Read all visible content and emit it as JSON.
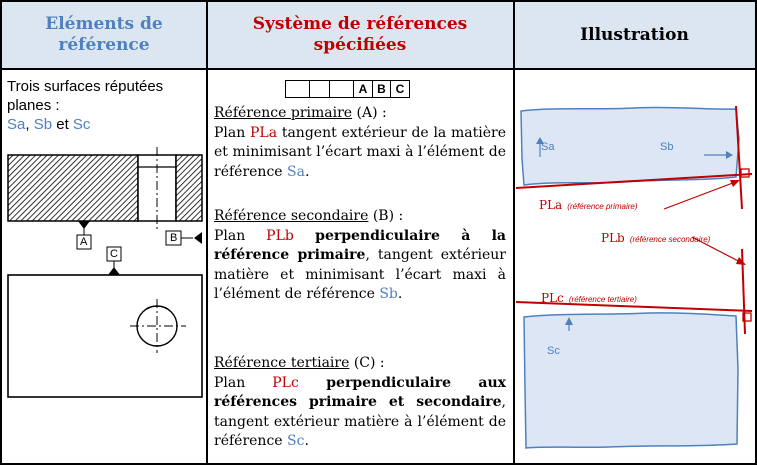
{
  "headers": {
    "col1": "Eléments de référence",
    "col2": "Système de références spécifiées",
    "col3": "Illustration"
  },
  "col1": {
    "intro": "Trois surfaces réputées planes :",
    "sa": "Sa",
    "comma": ",",
    "sb": "Sb",
    "and": "et",
    "sc": "Sc",
    "datum_a": "A",
    "datum_b": "B",
    "datum_c": "C"
  },
  "frame": {
    "cells": [
      "",
      "",
      "",
      "A",
      "B",
      "C"
    ]
  },
  "primary": {
    "title": "Référence primaire",
    "suffix": " (A) :",
    "t1": "Plan ",
    "plane": "PLa",
    "t2": " tangent extérieur de la matière et minimisant l’écart maxi à l’élément de référence ",
    "surf": "Sa",
    "end": "."
  },
  "secondary": {
    "title": "Référence secondaire",
    "suffix": " (B) :",
    "t1": "Plan ",
    "plane": "PLb",
    "bold": " perpendiculaire à la référence primaire",
    "t2": ", tangent extérieur matière et minimisant l’écart maxi à l’élément de référence ",
    "surf": "Sb",
    "end": "."
  },
  "tertiary": {
    "title": "Référence tertiaire",
    "suffix": " (C) :",
    "t1": "Plan ",
    "plane": "PLc",
    "bold1": " perpendiculaire aux références primaire et secondaire",
    "t2": ", tangent extérieur matière à l’élément de référence ",
    "surf": "Sc",
    "end": "."
  },
  "illustration": {
    "sa": "Sa",
    "sb": "Sb",
    "sc": "Sc",
    "pla": "PLa",
    "pla_note": "(référence primaire)",
    "plb": "PLb",
    "plb_note": "(référence secondaire)",
    "plc": "PLc",
    "plc_note": "(référence tertiaire)"
  },
  "colors": {
    "header_bg": "#dce6f1",
    "blue": "#4f81bd",
    "red": "#c00000",
    "shape_fill": "#dce6f5"
  }
}
